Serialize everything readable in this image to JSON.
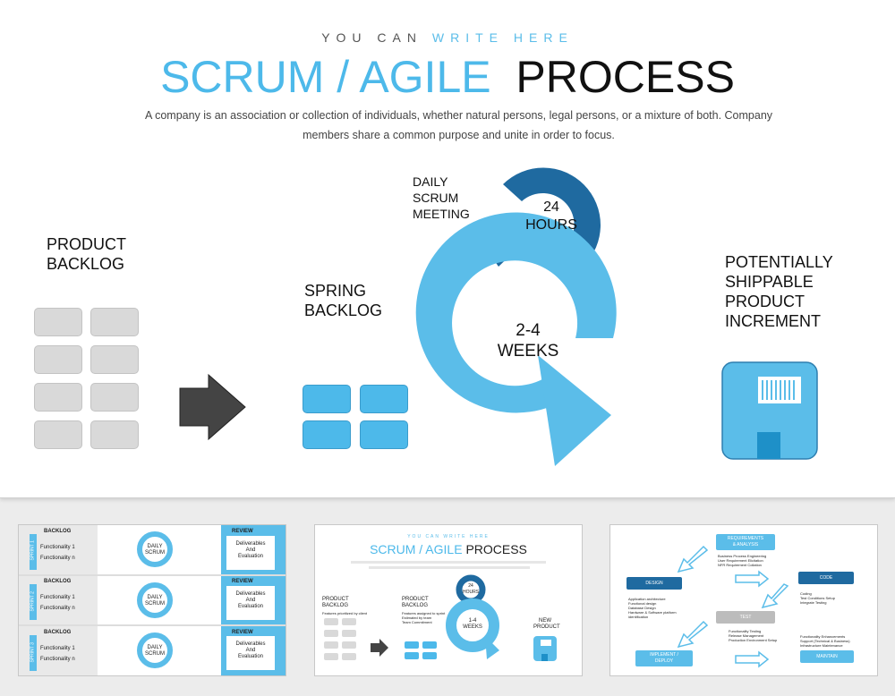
{
  "header": {
    "kicker_prefix": "YOU CAN ",
    "kicker_highlight": "WRITE HERE",
    "title_blue": "SCRUM / AGILE",
    "title_dark": "PROCESS",
    "description": "A company is an association or collection of individuals, whether natural persons, legal persons, or a mixture of both. Company members share a common purpose and unite in order to focus."
  },
  "diagram": {
    "product_backlog": "PRODUCT\nBACKLOG",
    "sprint_backlog": "SPRING\nBACKLOG",
    "daily_scrum": "DAILY\nSCRUM\nMEETING",
    "hours": "24\nHOURS",
    "weeks": "2-4\nWEEKS",
    "increment": "POTENTIALLY\nSHIPPABLE\nPRODUCT\nINCREMENT"
  },
  "colors": {
    "light_blue": "#4db9ea",
    "dark_blue": "#1f6aa0",
    "gray_box": "#d9d9d9",
    "arrow_dark": "#444444"
  },
  "thumbnails": {
    "thumb1": {
      "rows": [
        {
          "backlog": "BACKLOG",
          "sprint": "SPRINT 1",
          "f1": "Functionality 1",
          "f2": "Functionality n",
          "daily": "DAILY\nSCRUM",
          "review": "REVIEW",
          "deliverables": "Deliverables\nAnd\nEvaluation"
        },
        {
          "backlog": "BACKLOG",
          "sprint": "SPRINT 2",
          "f1": "Functionality 1",
          "f2": "Functionality n",
          "daily": "DAILY\nSCRUM",
          "review": "REVIEW",
          "deliverables": "Deliverables\nAnd\nEvaluation"
        },
        {
          "backlog": "BACKLOG",
          "sprint": "SPRINT 3",
          "f1": "Functionality 1",
          "f2": "Functionality n",
          "daily": "DAILY\nSCRUM",
          "review": "REVIEW",
          "deliverables": "Deliverables\nAnd\nEvaluation"
        }
      ]
    },
    "thumb2": {
      "kicker": "YOU CAN WRITE HERE",
      "title_blue": "SCRUM / AGILE",
      "title_dark": "PROCESS",
      "product_backlog": "PRODUCT\nBACKLOG",
      "product_backlog_note": "Features prioritized by client",
      "product_backlog2": "PRODUCT\nBACKLOG",
      "product_backlog2_notes": "Features assigned to sprint\nEstimated by team\nTeam Commitment",
      "hours": "24\nHOURS",
      "weeks": "1-4\nWEEKS",
      "new_product": "NEW\nPRODUCT"
    },
    "thumb3": {
      "requirements": "REQUIREMENTS\n& ANALYSIS",
      "requirements_notes": "Business Process Engineering\nUser Requirement Elicitation\nNFR Requirement Collation",
      "design": "DESIGN",
      "design_notes": "Application architecture\nFunctional design\nDatabase Design\nHardware & Software platform\nidentification",
      "code": "CODE",
      "code_notes": "Coding\nTest Conditions Setup\nIntegrate Testing",
      "test": "TEST",
      "test_notes": "Functionality Testing\nRelease Management\nProduction Environment Setup",
      "implement": "IMPLEMENT /\nDEPLOY",
      "maintain": "MAINTAIN",
      "maintain_notes": "Functionality Enhancements\nSupport (Technical & Business)\nInfrastructure Maintenance"
    }
  }
}
